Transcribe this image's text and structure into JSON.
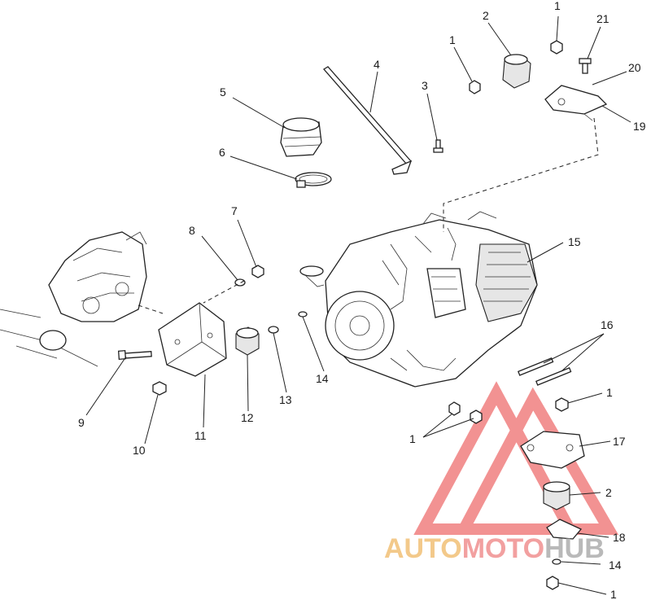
{
  "diagram": {
    "callouts": [
      {
        "id": "c1a",
        "text": "1"
      },
      {
        "id": "c21",
        "text": "21"
      },
      {
        "id": "c2a",
        "text": "2"
      },
      {
        "id": "c1b",
        "text": "1"
      },
      {
        "id": "c20",
        "text": "20"
      },
      {
        "id": "c4",
        "text": "4"
      },
      {
        "id": "c3",
        "text": "3"
      },
      {
        "id": "c19",
        "text": "19"
      },
      {
        "id": "c5",
        "text": "5"
      },
      {
        "id": "c6",
        "text": "6"
      },
      {
        "id": "c7",
        "text": "7"
      },
      {
        "id": "c8",
        "text": "8"
      },
      {
        "id": "c15",
        "text": "15"
      },
      {
        "id": "c16",
        "text": "16"
      },
      {
        "id": "c9",
        "text": "9"
      },
      {
        "id": "c10",
        "text": "10"
      },
      {
        "id": "c11",
        "text": "11"
      },
      {
        "id": "c12",
        "text": "12"
      },
      {
        "id": "c13",
        "text": "13"
      },
      {
        "id": "c14a",
        "text": "14"
      },
      {
        "id": "c1c",
        "text": "1"
      },
      {
        "id": "c1d",
        "text": "1"
      },
      {
        "id": "c17",
        "text": "17"
      },
      {
        "id": "c2b",
        "text": "2"
      },
      {
        "id": "c18",
        "text": "18"
      },
      {
        "id": "c14b",
        "text": "14"
      },
      {
        "id": "c1e",
        "text": "1"
      }
    ]
  },
  "watermark": {
    "part1": "AUTO",
    "part2": "MOTO",
    "part3": "HUB",
    "colors": {
      "triangle": "#f08080",
      "auto": "#f3c98a",
      "moto": "#f2a0a0",
      "hub": "#b9b9b9"
    }
  }
}
